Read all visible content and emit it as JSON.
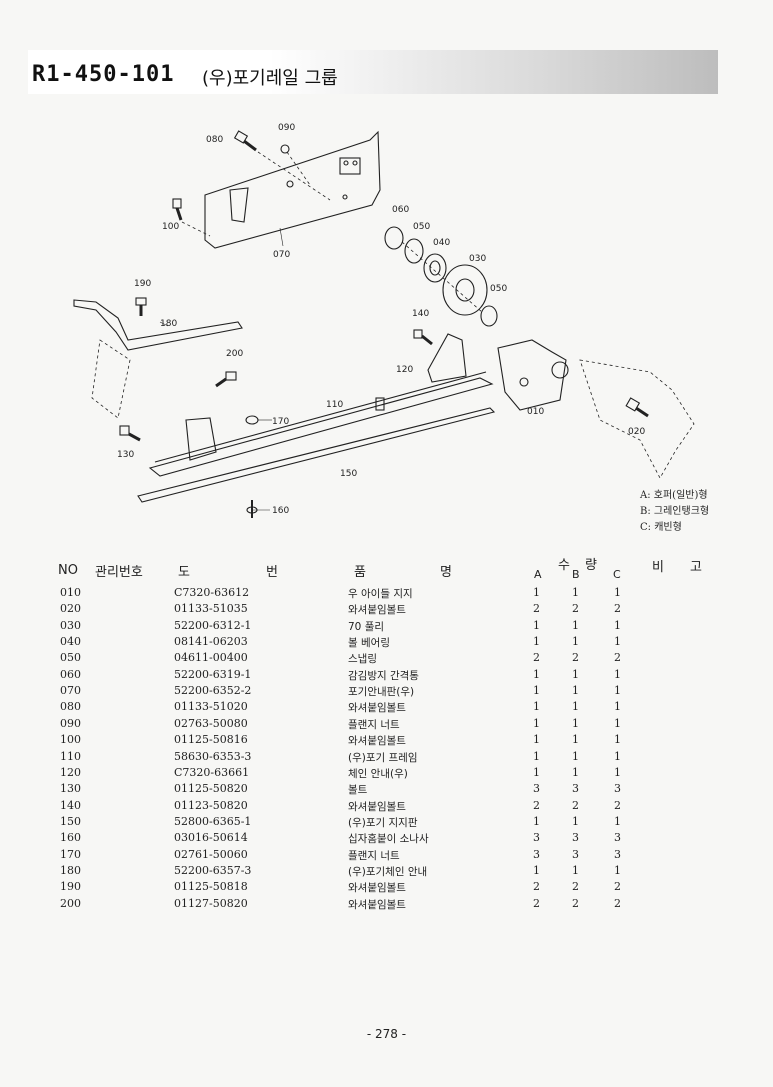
{
  "header": {
    "code": "R1-450-101",
    "title": "(우)포기레일 그룹"
  },
  "legend": [
    "A: 호퍼(일반)형",
    "B: 그레인탱크형",
    "C: 캐빈형"
  ],
  "table": {
    "headers": {
      "no": "NO",
      "mgmt_no": "관리번호",
      "drawing_do": "도",
      "drawing_beon": "번",
      "name_pum": "품",
      "name_myeong": "명",
      "qty_su": "수",
      "qty_ryang": "량",
      "qty_a": "A",
      "qty_b": "B",
      "qty_c": "C",
      "remark_bi": "비",
      "remark_go": "고"
    },
    "rows": [
      {
        "no": "010",
        "code": "C7320-63612",
        "name": "우 아이들 지지",
        "a": "1",
        "b": "1",
        "c": "1"
      },
      {
        "no": "020",
        "code": "01133-51035",
        "name": "와셔붙임볼트",
        "a": "2",
        "b": "2",
        "c": "2"
      },
      {
        "no": "030",
        "code": "52200-6312-1",
        "name": "70 풀리",
        "a": "1",
        "b": "1",
        "c": "1"
      },
      {
        "no": "040",
        "code": "08141-06203",
        "name": "볼 베어링",
        "a": "1",
        "b": "1",
        "c": "1"
      },
      {
        "no": "050",
        "code": "04611-00400",
        "name": "스냅링",
        "a": "2",
        "b": "2",
        "c": "2"
      },
      {
        "no": "060",
        "code": "52200-6319-1",
        "name": "감김방지 간격통",
        "a": "1",
        "b": "1",
        "c": "1"
      },
      {
        "no": "070",
        "code": "52200-6352-2",
        "name": "포기안내판(우)",
        "a": "1",
        "b": "1",
        "c": "1"
      },
      {
        "no": "080",
        "code": "01133-51020",
        "name": "와셔붙임볼트",
        "a": "1",
        "b": "1",
        "c": "1"
      },
      {
        "no": "090",
        "code": "02763-50080",
        "name": "플랜지 너트",
        "a": "1",
        "b": "1",
        "c": "1"
      },
      {
        "no": "100",
        "code": "01125-50816",
        "name": "와셔붙임볼트",
        "a": "1",
        "b": "1",
        "c": "1"
      },
      {
        "no": "110",
        "code": "58630-6353-3",
        "name": "(우)포기 프레임",
        "a": "1",
        "b": "1",
        "c": "1"
      },
      {
        "no": "120",
        "code": "C7320-63661",
        "name": "체인 안내(우)",
        "a": "1",
        "b": "1",
        "c": "1"
      },
      {
        "no": "130",
        "code": "01125-50820",
        "name": "볼트",
        "a": "3",
        "b": "3",
        "c": "3"
      },
      {
        "no": "140",
        "code": "01123-50820",
        "name": "와셔붙임볼트",
        "a": "2",
        "b": "2",
        "c": "2"
      },
      {
        "no": "150",
        "code": "52800-6365-1",
        "name": "(우)포기 지지판",
        "a": "1",
        "b": "1",
        "c": "1"
      },
      {
        "no": "160",
        "code": "03016-50614",
        "name": "십자홈붙이 소나사",
        "a": "3",
        "b": "3",
        "c": "3"
      },
      {
        "no": "170",
        "code": "02761-50060",
        "name": "플랜지 너트",
        "a": "3",
        "b": "3",
        "c": "3"
      },
      {
        "no": "180",
        "code": "52200-6357-3",
        "name": "(우)포기체인 안내",
        "a": "1",
        "b": "1",
        "c": "1"
      },
      {
        "no": "190",
        "code": "01125-50818",
        "name": "와셔붙임볼트",
        "a": "2",
        "b": "2",
        "c": "2"
      },
      {
        "no": "200",
        "code": "01127-50820",
        "name": "와셔붙임볼트",
        "a": "2",
        "b": "2",
        "c": "2"
      }
    ]
  },
  "callouts": [
    "080",
    "090",
    "100",
    "070",
    "060",
    "050",
    "040",
    "030",
    "050",
    "190",
    "180",
    "140",
    "200",
    "120",
    "110",
    "010",
    "170",
    "130",
    "020",
    "150",
    "160"
  ],
  "footer": {
    "page_number": "- 278 -"
  }
}
